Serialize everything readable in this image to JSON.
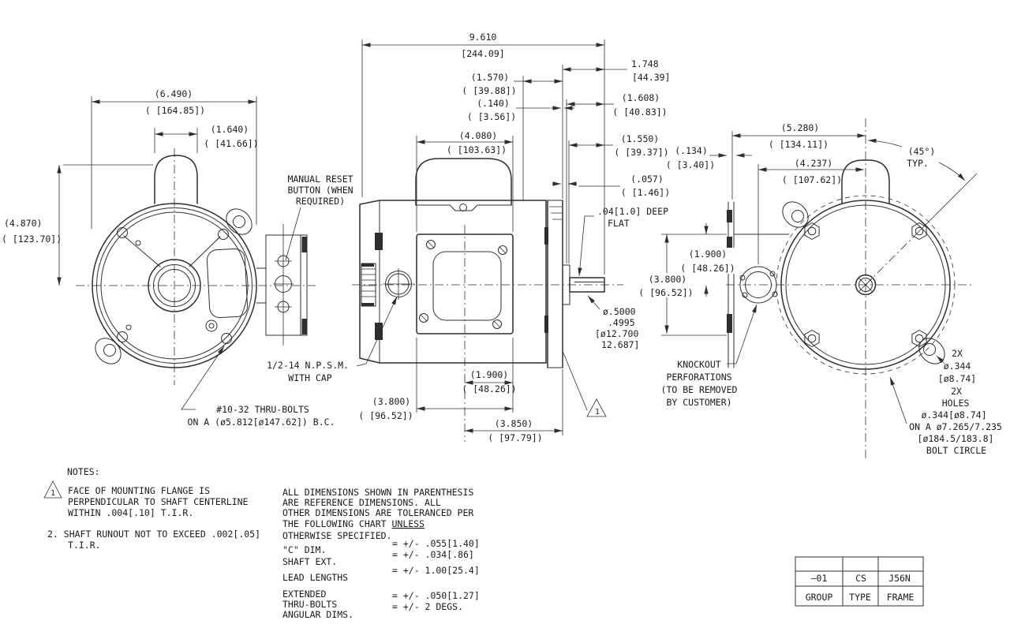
{
  "left_view": {
    "dim_width_in": "(6.490)",
    "dim_width_mm": "( [164.85])",
    "dim_top_in": "(1.640)",
    "dim_top_mm": "( [41.66])",
    "dim_height_in": "(4.870)",
    "dim_height_mm": "( [123.70])",
    "manual_reset": [
      "MANUAL RESET",
      "BUTTON (WHEN",
      "REQUIRED)"
    ],
    "thru_bolts": [
      "#10-32 THRU-BOLTS",
      "ON A (ø5.812[ø147.62]) B.C."
    ]
  },
  "side_view": {
    "dim_overall_in": "9.610",
    "dim_overall_mm": "[244.09]",
    "dim_1748_in": "1.748",
    "dim_1748_mm": "[44.39]",
    "dim_1570_in": "(1.570)",
    "dim_1570_mm": "( [39.88])",
    "dim_140_in": "(.140)",
    "dim_140_mm": "( [3.56])",
    "dim_1608_in": "(1.608)",
    "dim_1608_mm": "( [40.83])",
    "dim_4080_in": "(4.080)",
    "dim_4080_mm": "( [103.63])",
    "dim_1550_in": "(1.550)",
    "dim_1550_mm": "( [39.37])",
    "dim_057_in": "(.057)",
    "dim_057_mm": "( [1.46])",
    "flat_note": [
      ".04[1.0] DEEP",
      "FLAT"
    ],
    "shaft_dia": [
      "ø.5000",
      ".4995",
      "[ø12.700",
      "12.687]"
    ],
    "npsm": [
      "1/2-14 N.P.S.M.",
      "WITH CAP"
    ],
    "dim_1900_in": "(1.900)",
    "dim_1900_mm": "( [48.26])",
    "dim_3800_in": "(3.800)",
    "dim_3800_mm": "( [96.52])",
    "dim_3850_in": "(3.850)",
    "dim_3850_mm": "( [97.79])",
    "flag": "1"
  },
  "right_view": {
    "dim_5280_in": "(5.280)",
    "dim_5280_mm": "( [134.11])",
    "dim_134_in": "(.134)",
    "dim_134_mm": "( [3.40])",
    "dim_4237_in": "(4.237)",
    "dim_4237_mm": "( [107.62])",
    "angle": "(45°)",
    "angle_typ": "TYP.",
    "dim_1900_in": "(1.900)",
    "dim_1900_mm": "( [48.26])",
    "dim_3800_in": "(3.800)",
    "dim_3800_mm": "( [96.52])",
    "knockout": [
      "KNOCKOUT",
      "PERFORATIONS",
      "(TO BE REMOVED",
      "BY CUSTOMER)"
    ],
    "holes_callout": [
      "2X",
      "ø.344",
      "[ø8.74]"
    ],
    "holes_note": [
      "2X",
      "HOLES",
      "ø.344[ø8.74]",
      "ON A ø7.265/7.235",
      "[ø184.5/183.8]",
      "BOLT CIRCLE"
    ]
  },
  "notes": {
    "title": "NOTES:",
    "flag": "1",
    "note1": [
      "FACE OF MOUNTING FLANGE IS",
      "PERPENDICULAR TO SHAFT CENTERLINE",
      "WITHIN .004[.10] T.I.R."
    ],
    "note2": [
      "2. SHAFT RUNOUT NOT TO EXCEED .002[.05]",
      "T.I.R."
    ]
  },
  "tolerance": {
    "header": [
      "ALL DIMENSIONS SHOWN IN PARENTHESIS",
      "ARE REFERENCE DIMENSIONS.  ALL",
      "OTHER DIMENSIONS ARE TOLERANCED PER",
      "THE FOLLOWING CHART ",
      "OTHERWISE SPECIFIED."
    ],
    "underlined": "UNLESS",
    "labels": [
      "\"C\" DIM.",
      "SHAFT EXT.",
      "LEAD LENGTHS",
      "EXTENDED",
      "THRU-BOLTS",
      "ANGULAR DIMS."
    ],
    "values": [
      "= +/-  .055[1.40]",
      "= +/-  .034[.86]",
      "= +/- 1.00[25.4]",
      "= +/-  .050[1.27]",
      "= +/-  2 DEGS."
    ]
  },
  "title_block": {
    "group_value": "–01",
    "type_value": "CS",
    "frame_value": "J56N",
    "group_label": "GROUP",
    "type_label": "TYPE",
    "frame_label": "FRAME"
  }
}
